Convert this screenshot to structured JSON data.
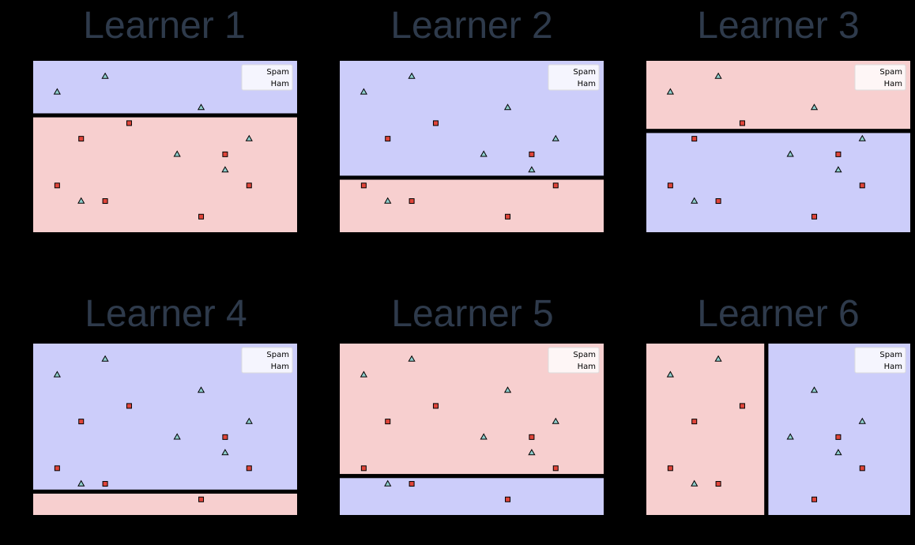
{
  "figure": {
    "background": "#000000",
    "title_color": "#2e3a4b"
  },
  "legend_labels": [
    "Spam",
    "Ham"
  ],
  "colors": {
    "region_spam": "#f7cfcf",
    "region_ham": "#cccdfa",
    "spam_marker": "#e0453a",
    "ham_marker": "#8fd0ce",
    "marker_edge": "#000000",
    "split_line": "#000000"
  },
  "chart_data": [
    {
      "type": "scatter",
      "title": "Learner 1",
      "xlim": [
        0,
        11
      ],
      "ylim": [
        0,
        11
      ],
      "series": [
        {
          "name": "Spam",
          "points": [
            [
              4,
              7
            ],
            [
              2,
              6
            ],
            [
              8,
              5
            ],
            [
              1,
              3
            ],
            [
              3,
              2
            ],
            [
              7,
              1
            ],
            [
              9,
              3
            ]
          ]
        },
        {
          "name": "Ham",
          "points": [
            [
              3,
              10
            ],
            [
              1,
              9
            ],
            [
              7,
              8
            ],
            [
              9,
              6
            ],
            [
              6,
              5
            ],
            [
              8,
              4
            ],
            [
              2,
              2
            ]
          ]
        }
      ],
      "split": {
        "axis": "y",
        "value": 7.5,
        "above": "Ham",
        "below": "Spam"
      }
    },
    {
      "type": "scatter",
      "title": "Learner 2",
      "xlim": [
        0,
        11
      ],
      "ylim": [
        0,
        11
      ],
      "series": [
        {
          "name": "Spam",
          "points": [
            [
              4,
              7
            ],
            [
              2,
              6
            ],
            [
              8,
              5
            ],
            [
              1,
              3
            ],
            [
              3,
              2
            ],
            [
              7,
              1
            ],
            [
              9,
              3
            ]
          ]
        },
        {
          "name": "Ham",
          "points": [
            [
              3,
              10
            ],
            [
              1,
              9
            ],
            [
              7,
              8
            ],
            [
              9,
              6
            ],
            [
              6,
              5
            ],
            [
              8,
              4
            ],
            [
              2,
              2
            ]
          ]
        }
      ],
      "split": {
        "axis": "y",
        "value": 3.5,
        "above": "Ham",
        "below": "Spam"
      }
    },
    {
      "type": "scatter",
      "title": "Learner 3",
      "xlim": [
        0,
        11
      ],
      "ylim": [
        0,
        11
      ],
      "series": [
        {
          "name": "Spam",
          "points": [
            [
              4,
              7
            ],
            [
              2,
              6
            ],
            [
              8,
              5
            ],
            [
              1,
              3
            ],
            [
              3,
              2
            ],
            [
              7,
              1
            ],
            [
              9,
              3
            ]
          ]
        },
        {
          "name": "Ham",
          "points": [
            [
              3,
              10
            ],
            [
              1,
              9
            ],
            [
              7,
              8
            ],
            [
              9,
              6
            ],
            [
              6,
              5
            ],
            [
              8,
              4
            ],
            [
              2,
              2
            ]
          ]
        }
      ],
      "split": {
        "axis": "y",
        "value": 6.5,
        "above": "Spam",
        "below": "Ham"
      }
    },
    {
      "type": "scatter",
      "title": "Learner 4",
      "xlim": [
        0,
        11
      ],
      "ylim": [
        0,
        11
      ],
      "series": [
        {
          "name": "Spam",
          "points": [
            [
              4,
              7
            ],
            [
              2,
              6
            ],
            [
              8,
              5
            ],
            [
              1,
              3
            ],
            [
              3,
              2
            ],
            [
              7,
              1
            ],
            [
              9,
              3
            ]
          ]
        },
        {
          "name": "Ham",
          "points": [
            [
              3,
              10
            ],
            [
              1,
              9
            ],
            [
              7,
              8
            ],
            [
              9,
              6
            ],
            [
              6,
              5
            ],
            [
              8,
              4
            ],
            [
              2,
              2
            ]
          ]
        }
      ],
      "split": {
        "axis": "y",
        "value": 1.5,
        "above": "Ham",
        "below": "Spam"
      }
    },
    {
      "type": "scatter",
      "title": "Learner 5",
      "xlim": [
        0,
        11
      ],
      "ylim": [
        0,
        11
      ],
      "series": [
        {
          "name": "Spam",
          "points": [
            [
              4,
              7
            ],
            [
              2,
              6
            ],
            [
              8,
              5
            ],
            [
              1,
              3
            ],
            [
              3,
              2
            ],
            [
              7,
              1
            ],
            [
              9,
              3
            ]
          ]
        },
        {
          "name": "Ham",
          "points": [
            [
              3,
              10
            ],
            [
              1,
              9
            ],
            [
              7,
              8
            ],
            [
              9,
              6
            ],
            [
              6,
              5
            ],
            [
              8,
              4
            ],
            [
              2,
              2
            ]
          ]
        }
      ],
      "split": {
        "axis": "y",
        "value": 2.5,
        "above": "Spam",
        "below": "Ham"
      }
    },
    {
      "type": "scatter",
      "title": "Learner 6",
      "xlim": [
        0,
        11
      ],
      "ylim": [
        0,
        11
      ],
      "series": [
        {
          "name": "Spam",
          "points": [
            [
              4,
              7
            ],
            [
              2,
              6
            ],
            [
              8,
              5
            ],
            [
              1,
              3
            ],
            [
              3,
              2
            ],
            [
              7,
              1
            ],
            [
              9,
              3
            ]
          ]
        },
        {
          "name": "Ham",
          "points": [
            [
              3,
              10
            ],
            [
              1,
              9
            ],
            [
              7,
              8
            ],
            [
              9,
              6
            ],
            [
              6,
              5
            ],
            [
              8,
              4
            ],
            [
              2,
              2
            ]
          ]
        }
      ],
      "split": {
        "axis": "x",
        "value": 5,
        "left": "Spam",
        "right": "Ham"
      }
    }
  ]
}
